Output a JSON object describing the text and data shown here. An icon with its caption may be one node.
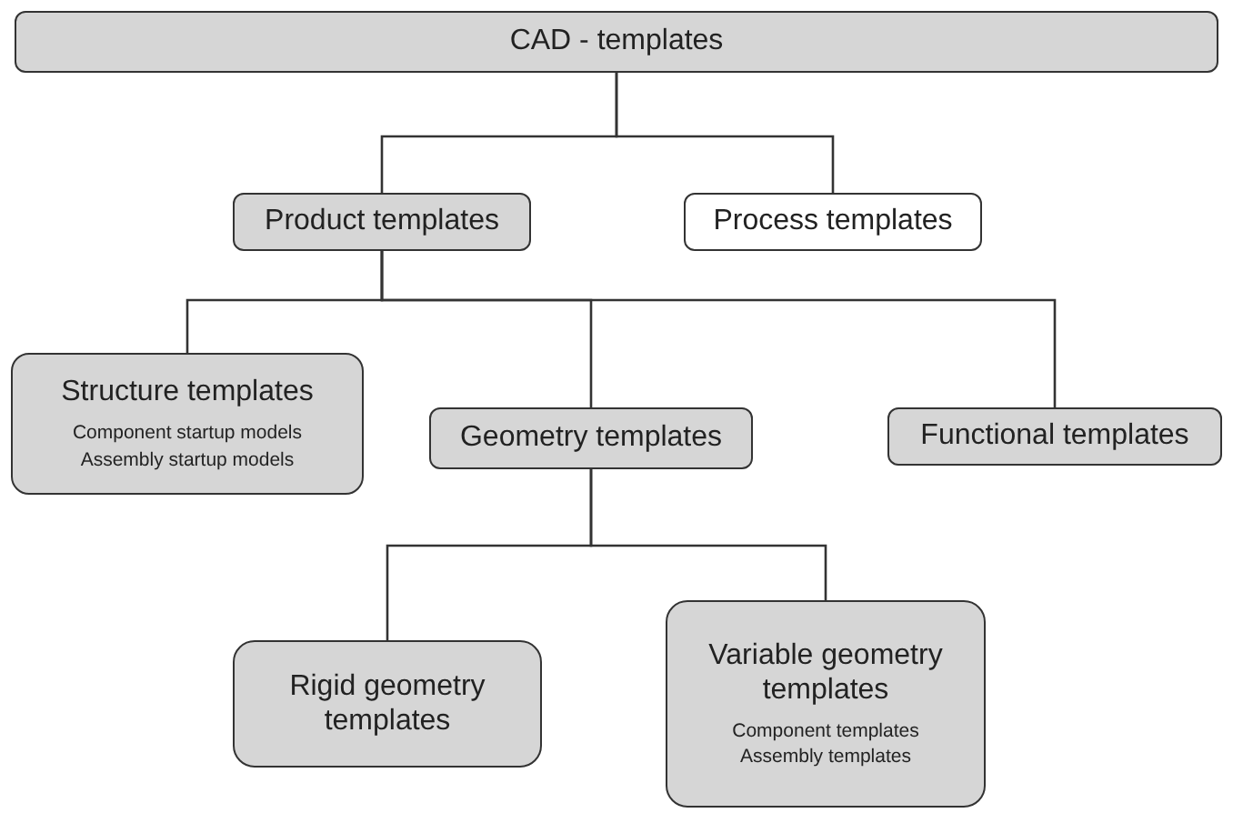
{
  "diagram": {
    "nodes": [
      {
        "text": [
          "CAD - templates"
        ]
      },
      {
        "text": [
          "Product templates"
        ]
      },
      {
        "text": [
          "Process templates"
        ]
      },
      {
        "text": [
          "Structure templates",
          "Component startup models Assembly startup models"
        ]
      },
      {
        "text": [
          "Geometry templates"
        ]
      },
      {
        "text": [
          "Functional templates"
        ]
      },
      {
        "text": [
          "Rigid geometry templates"
        ]
      },
      {
        "text": [
          "Variable geometry templates",
          "Component templates Assembly templates"
        ]
      }
    ],
    "edges": [
      {
        "from": 0,
        "to": 1,
        "arrow": "none"
      },
      {
        "from": 0,
        "to": 2,
        "arrow": "none"
      },
      {
        "from": 1,
        "to": 3,
        "arrow": "none"
      },
      {
        "from": 1,
        "to": 4,
        "arrow": "none"
      },
      {
        "from": 1,
        "to": 5,
        "arrow": "none"
      },
      {
        "from": 4,
        "to": 6,
        "arrow": "none"
      },
      {
        "from": 4,
        "to": 7,
        "arrow": "none"
      }
    ]
  }
}
